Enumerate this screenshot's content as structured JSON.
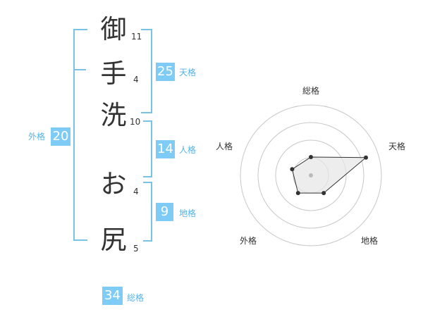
{
  "name_chars": [
    {
      "char": "御",
      "strokes": "11"
    },
    {
      "char": "手",
      "strokes": "4"
    },
    {
      "char": "洗",
      "strokes": "10"
    },
    {
      "char": "お",
      "strokes": "4"
    },
    {
      "char": "尻",
      "strokes": "5"
    }
  ],
  "scores": {
    "tenkaku": {
      "value": "25",
      "label": "天格"
    },
    "jinkaku": {
      "value": "14",
      "label": "人格"
    },
    "chikaku": {
      "value": "9",
      "label": "地格"
    },
    "gaikaku": {
      "value": "20",
      "label": "外格"
    },
    "soukaku": {
      "value": "34",
      "label": "総格"
    }
  },
  "chart_data": {
    "type": "radar",
    "axes": [
      "総格",
      "天格",
      "地格",
      "外格",
      "人格"
    ],
    "values": [
      0.26,
      0.82,
      0.31,
      0.31,
      0.28
    ],
    "range": [
      0,
      1
    ],
    "rings": 4,
    "grid": true,
    "fill_color": "#e6e6e6",
    "line_color": "#333333",
    "center_color": "#bbbbbb"
  }
}
